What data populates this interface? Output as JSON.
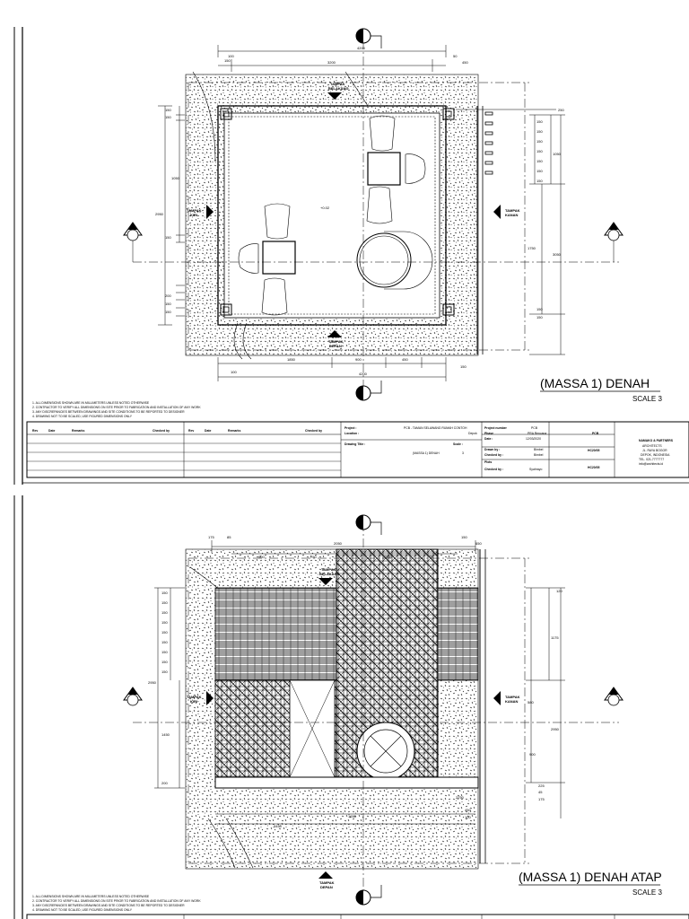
{
  "sheet1": {
    "view_title": "(MASSA 1) DENAH",
    "scale": "SCALE 3",
    "elevation_label": "+0.02",
    "tags": {
      "top": [
        "TAMPAK",
        "BELAKANG"
      ],
      "bottom": [
        "TAMPAK",
        "DEPAN"
      ],
      "left": [
        "TAMPAK",
        "KIRI"
      ],
      "right": [
        "TAMPAK",
        "KANAN"
      ]
    },
    "dimensions": {
      "top_overall": "4200",
      "top_inner": "3200",
      "top_left": "100",
      "top_left2": "150",
      "top_right": "50",
      "top_right2": "450",
      "bottom_overall": "4200",
      "bottom_left": "100",
      "bottom_mid1": "1850",
      "bottom_mid2": "900",
      "bottom_mid3": "450",
      "bottom_right": "150",
      "left_overall": "2950",
      "left_upper": "1050",
      "left_a": "150",
      "left_b": "150",
      "left_c": "150",
      "left_d": "200",
      "left_e": "150",
      "left_f": "150",
      "right_a": "1050",
      "right_b": "1750",
      "right_c": "3050",
      "right_d": "150",
      "right_e": "150",
      "right_top": "250",
      "right_stairs": [
        "150",
        "150",
        "150",
        "150",
        "150",
        "150",
        "150"
      ]
    }
  },
  "sheet2": {
    "view_title": "(MASSA 1) DENAH ATAP",
    "scale": "SCALE 3",
    "tags": {
      "top": [
        "TAMPAK",
        "BELAKANG"
      ],
      "bottom": [
        "TAMPAK",
        "DEPAN"
      ],
      "left": [
        "TAMPAK",
        "KIRI"
      ],
      "right": [
        "TAMPAK",
        "KANAN"
      ]
    },
    "dimensions": {
      "top_overall": "2050",
      "top_a": "175",
      "top_b": "85",
      "top_c": "900",
      "top_d": "750",
      "top_e": "1650",
      "top_f": "75",
      "top_g": "150",
      "top_h": "650",
      "left_overall": "2950",
      "left_mid": "1450",
      "left_low": "200",
      "left_stack": [
        "150",
        "150",
        "150",
        "150",
        "150",
        "150",
        "150",
        "150",
        "150"
      ],
      "right_a": "1175",
      "right_b": "580",
      "right_c": "2950",
      "right_d": "900",
      "right_e": "225",
      "right_f": "45",
      "right_g": "175",
      "right_top": "120",
      "bottom_a": "3450",
      "bottom_b": "1650",
      "bottom_c": "2750",
      "bottom_d": "450",
      "bottom_e": "100"
    }
  },
  "title_block": {
    "notes": [
      "1. ALL DIMENSIONS SHOWN ARE IN MILLIMETERS UNLESS NOTED OTHERWISE",
      "2. CONTRACTOR TO VERIFY ALL DIMENSIONS ON SITE PRIOR TO FABRICATION AND INSTALLATION OF ANY WORK",
      "3. ANY DISCREPANCIES BETWEEN DRAWINGS AND SITE CONDITIONS TO BE REPORTED TO DESIGNER",
      "4. DRAWING NOT TO BE SCALED, USE FIGURED DIMENSIONS ONLY"
    ],
    "rev_headers": [
      "Rev",
      "Date",
      "Remarks",
      "Checked by",
      "Rev",
      "Date",
      "Remarks",
      "Checked by"
    ],
    "project_label": "Project :",
    "project_value": "PCB - TAMAN SELAWANG RUMAH CONTOH",
    "location_label": "Location :",
    "location_value": "Depok",
    "drawing_title_label": "Drawing Title :",
    "drawing_title_value": "(MASSA 1) DENAH",
    "scale_label": "Scale :",
    "scale_value": "3",
    "right_labels": [
      "Project number",
      "Phase",
      "Date :",
      "Drawn by :",
      "Checked by :",
      "Plots",
      "Checked by :"
    ],
    "right_values": [
      "PCB",
      "PRA Rencana",
      "12/03/2020",
      "Bimbel",
      "Bimbel",
      "",
      "Syahrayo"
    ],
    "code_top": "PCB",
    "code_mid": "HC20/05",
    "code_bot": "HC20/05",
    "studio_lines": [
      "NAMAKO & PARTNERS",
      "ARCHITECTS",
      "JL. RAYA BOGOR",
      "DEPOK, INDONESIA",
      "TEL. 021-7777777",
      "info@architects.id"
    ]
  }
}
